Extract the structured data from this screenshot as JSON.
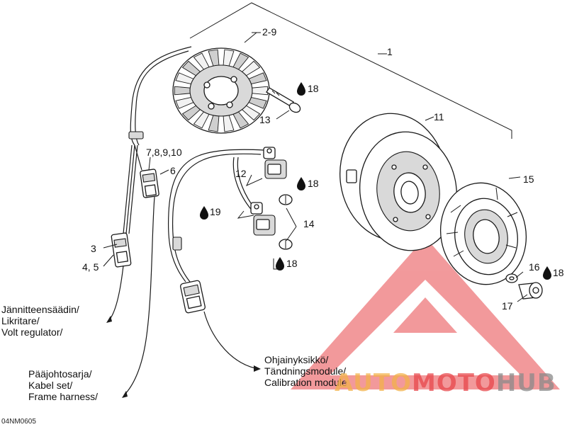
{
  "callouts": {
    "c1": "1",
    "c2_9": "2-9",
    "c3": "3",
    "c4_5": "4, 5",
    "c6": "6",
    "c7_10": "7,8,9,10",
    "c11": "11",
    "c12": "12",
    "c13": "13",
    "c14": "14",
    "c15": "15",
    "c16": "16",
    "c17": "17",
    "c18a": "18",
    "c18b": "18",
    "c18c": "18",
    "c18d": "18",
    "c19": "19"
  },
  "leaders": {
    "volt_regulator": [
      "Jännitteensäädin/",
      "Likritare/",
      "Volt regulator/"
    ],
    "frame_harness": [
      "Pääjohtosarja/",
      "Kabel set/",
      "Frame harness/"
    ],
    "ignition_module": [
      "Ohjainyksikkö/",
      "Tändningsmodule/",
      "Calibration module"
    ]
  },
  "reference_code": "04NM0605",
  "watermark": {
    "part1": "AUTO",
    "part2": "MOTO",
    "part3": "HUB",
    "colors": {
      "red": "#e8474b",
      "orange": "#f3b24a",
      "gray": "#8a8a8a"
    }
  },
  "icons": {
    "adhesive": "drop-icon"
  }
}
